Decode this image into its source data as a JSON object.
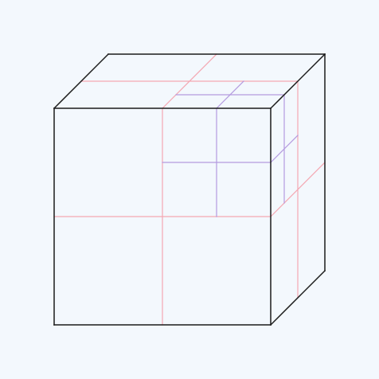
{
  "colors": {
    "background": "#f3f8fd",
    "outline": "#1b1b1b",
    "subdivision_level_1": "#f4a7b2",
    "subdivision_level_2": "#b49ae0"
  },
  "figure": {
    "kind": "cube subdivided into octants (octree)",
    "subdivision_levels": 2,
    "refined_octant": "top-front-right"
  }
}
